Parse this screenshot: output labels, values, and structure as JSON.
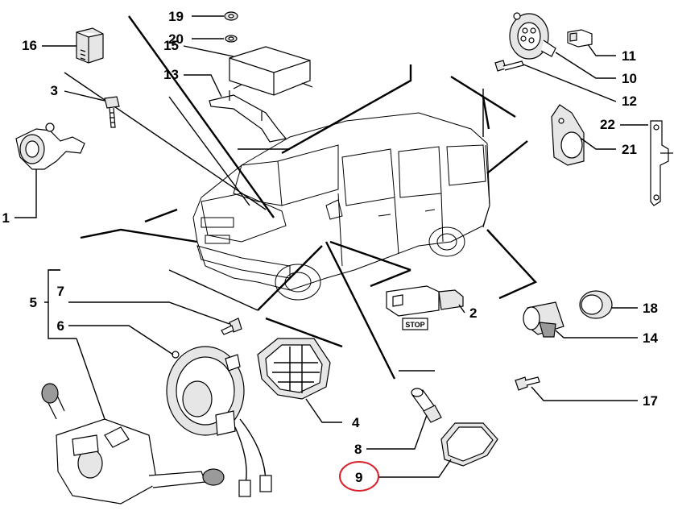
{
  "diagram": {
    "callouts": [
      {
        "id": "c19",
        "text": "19"
      },
      {
        "id": "c20",
        "text": "20"
      },
      {
        "id": "c15",
        "text": "15"
      },
      {
        "id": "c16",
        "text": "16"
      },
      {
        "id": "c13",
        "text": "13"
      },
      {
        "id": "c3",
        "text": "3"
      },
      {
        "id": "c1",
        "text": "1"
      },
      {
        "id": "c11",
        "text": "11"
      },
      {
        "id": "c10",
        "text": "10"
      },
      {
        "id": "c12",
        "text": "12"
      },
      {
        "id": "c22",
        "text": "22"
      },
      {
        "id": "c21",
        "text": "21"
      },
      {
        "id": "c5",
        "text": "5"
      },
      {
        "id": "c7",
        "text": "7"
      },
      {
        "id": "c6",
        "text": "6"
      },
      {
        "id": "c2",
        "text": "2"
      },
      {
        "id": "c18",
        "text": "18"
      },
      {
        "id": "c14",
        "text": "14"
      },
      {
        "id": "c17",
        "text": "17"
      },
      {
        "id": "c4",
        "text": "4"
      },
      {
        "id": "c8",
        "text": "8"
      },
      {
        "id": "c9",
        "text": "9"
      }
    ],
    "stop_label": "STOP",
    "highlight_color": "#d8202a"
  }
}
